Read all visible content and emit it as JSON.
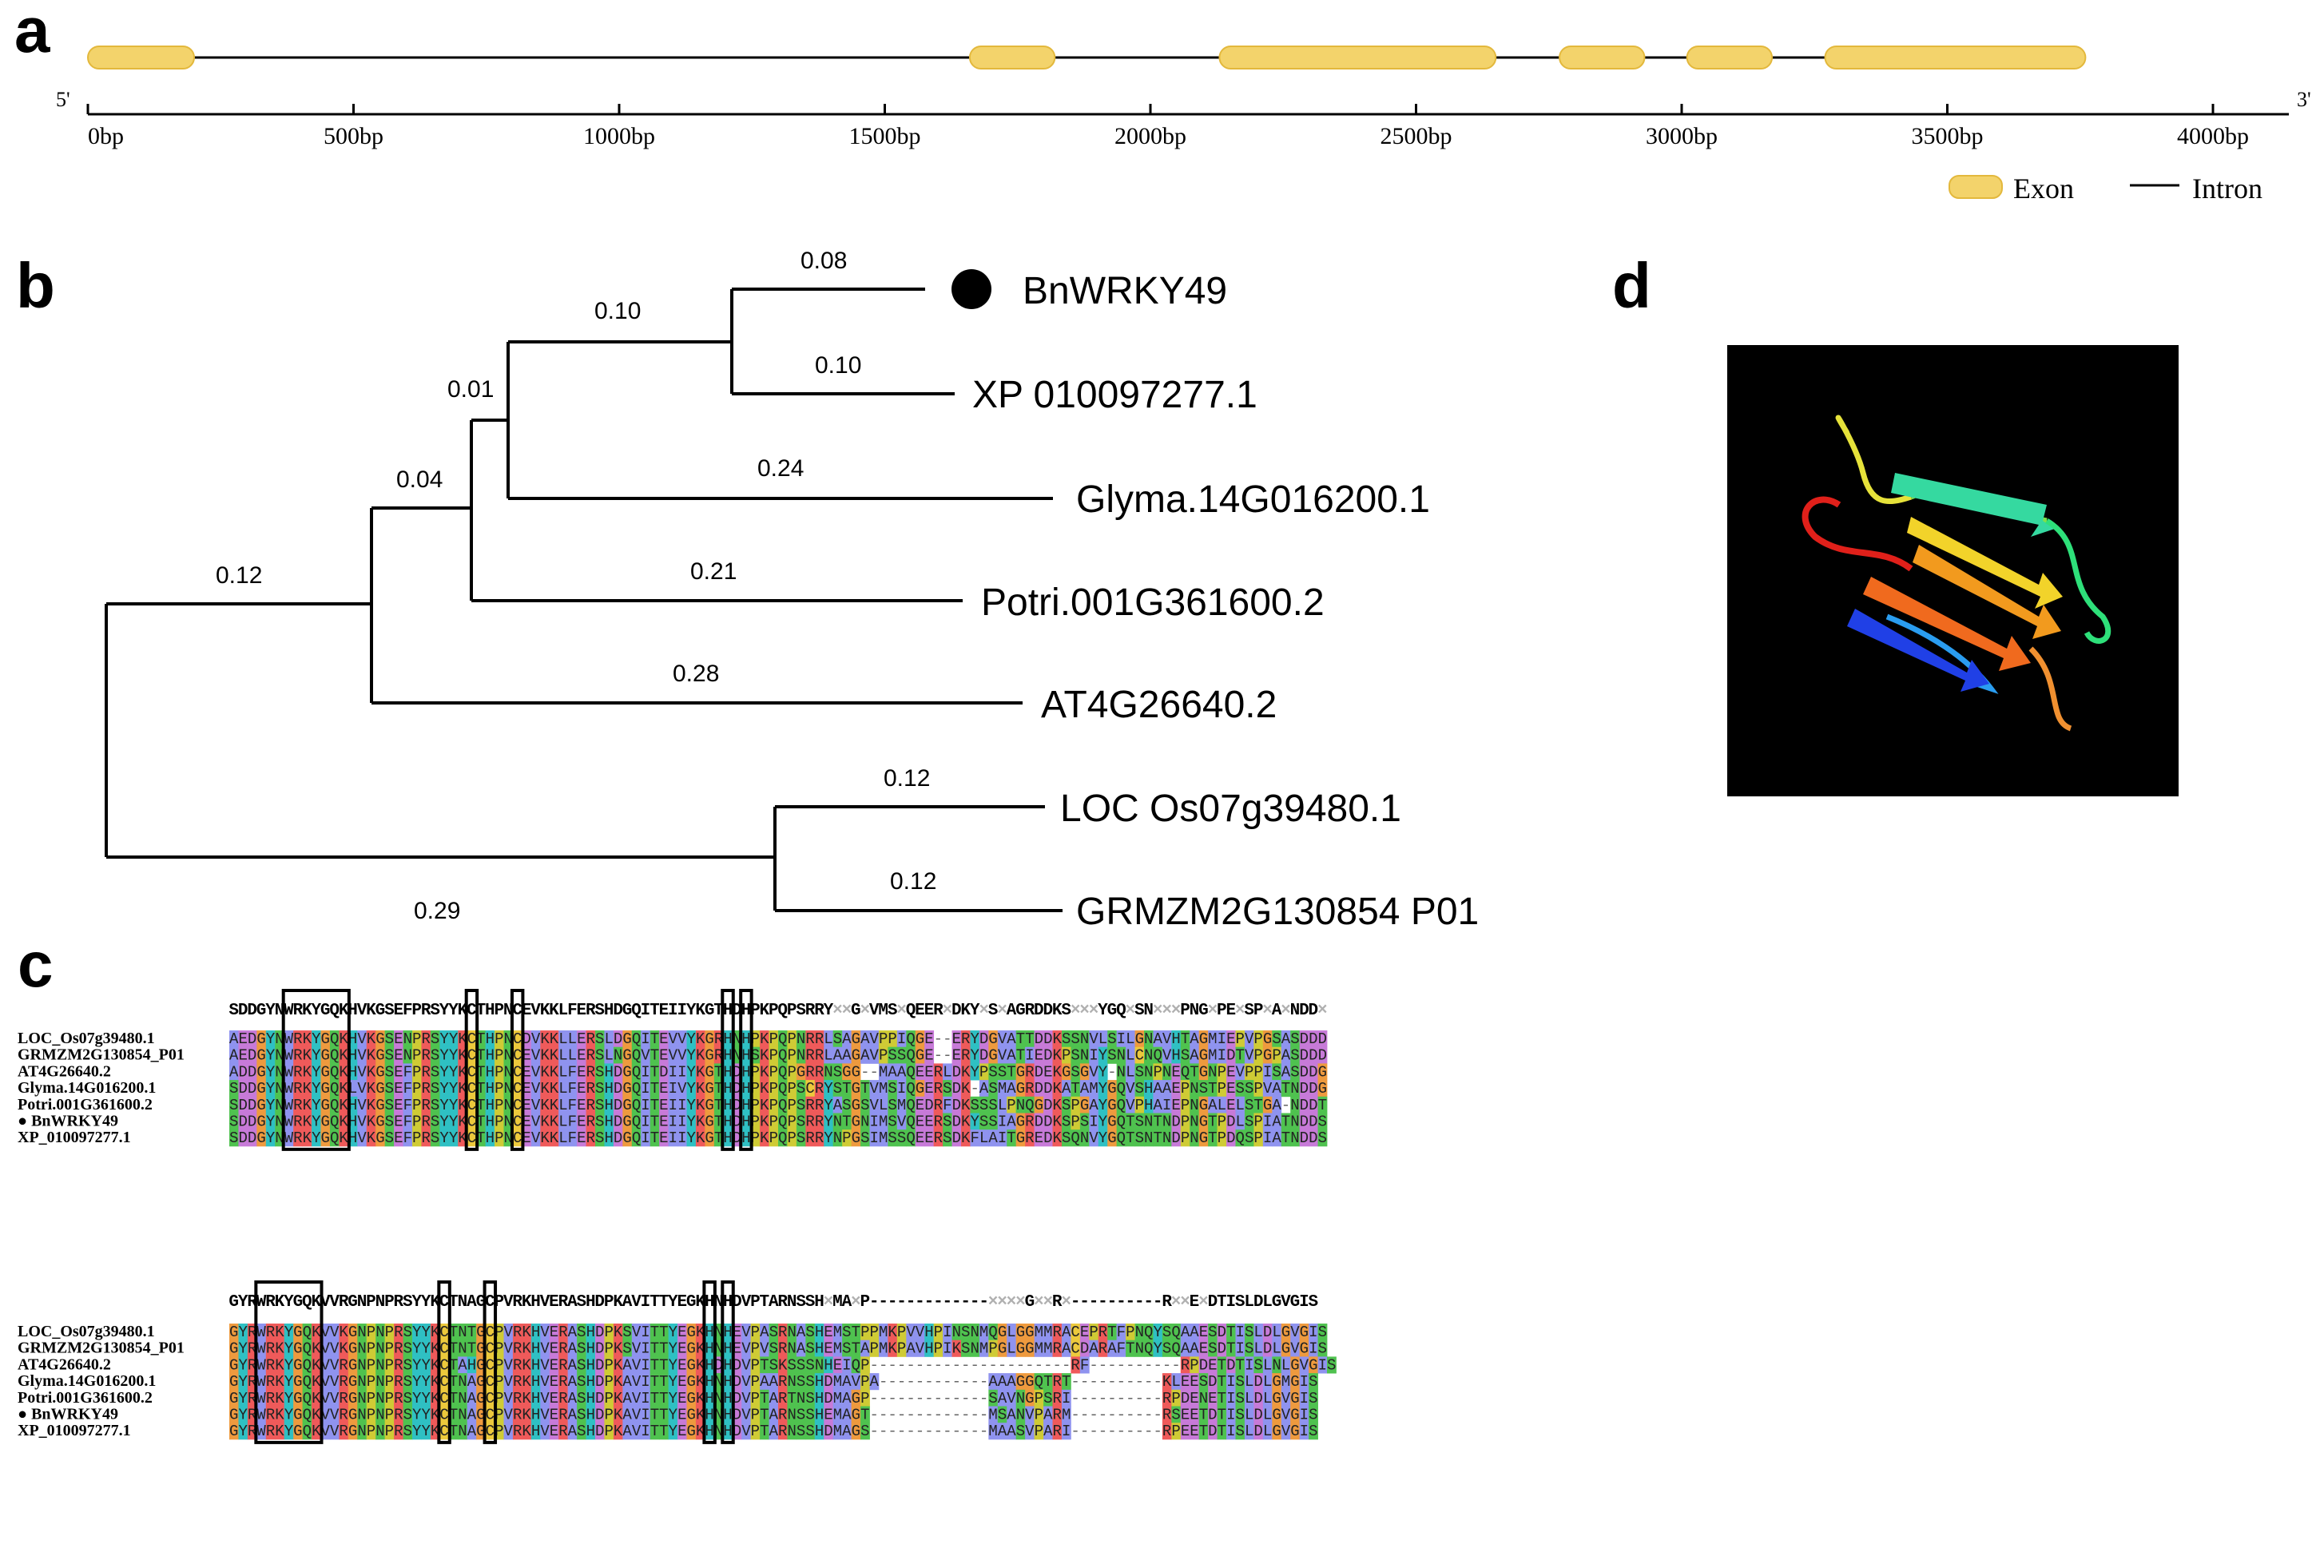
{
  "panels": {
    "a": "a",
    "b": "b",
    "c": "c",
    "d": "d"
  },
  "gene_structure": {
    "five_prime": "5'",
    "three_prime": "3'",
    "ticks": [
      "0bp",
      "500bp",
      "1000bp",
      "1500bp",
      "2000bp",
      "2500bp",
      "3000bp",
      "3500bp",
      "4000bp"
    ],
    "exons_bp": [
      [
        0,
        200
      ],
      [
        1660,
        1820
      ],
      [
        2130,
        2650
      ],
      [
        2770,
        2930
      ],
      [
        3010,
        3170
      ],
      [
        3270,
        3760
      ]
    ],
    "gene_end_bp": 3760,
    "axis_max_bp": 4000,
    "legend": {
      "exon": "Exon",
      "intron": "Intron"
    },
    "colors": {
      "exon": "#f3d36b",
      "exon_edge": "#e3b83c",
      "intron": "#000000"
    }
  },
  "tree": {
    "leaves": [
      {
        "name": "BnWRKY49",
        "marker": "●"
      },
      {
        "name": "XP 010097277.1"
      },
      {
        "name": "Glyma.14G016200.1"
      },
      {
        "name": "Potri.001G361600.2"
      },
      {
        "name": "AT4G26640.2"
      },
      {
        "name": "LOC Os07g39480.1"
      },
      {
        "name": "GRMZM2G130854 P01"
      }
    ],
    "branch_lengths": [
      "0.08",
      "0.10",
      "0.10",
      "0.24",
      "0.01",
      "0.21",
      "0.04",
      "0.28",
      "0.12",
      "0.12",
      "0.12",
      "0.29"
    ]
  },
  "alignment": {
    "block1": {
      "consensus": "SDDGYNWRKYGQKHVKGSEFPRSYYKCTHPNCEVKKLFERSHDGQITEIIYKGTHDHPKPQPSRRY××G×VMS×QEER×DKY×S×AGRDDKS×××YGQ×SN×××PNG×PE×SP×A×NDD×",
      "sequences": [
        {
          "name": "LOC_Os07g39480.1",
          "seq": "AEDGYNWRKYGQKHVKGSENPRSYYKCTHPNCDVKKLLERSLDGQITEVVYKGRHNHPKPQPNRRLSAGAVPPIQGE--ERYDGVATTDDKSSNVLSILGNAVHTAGMIEPVPGSASDDD"
        },
        {
          "name": "GRMZM2G130854_P01",
          "seq": "AEDGYNWRKYGQKHVKGSENPRSYYKCTHPNCEVKKLLERSLNGQVTEVVYKGRHNHSKPQPNRRLAAGAVPSSQGE--ERYDGVATIEDKPSNIYSNLCNQVHSAGMIDTVPGPASDDD"
        },
        {
          "name": "AT4G26640.2",
          "seq": "ADDGYNWRKYGQKHVKGSEFPRSYYKCTHPNCEVKKLFERSHDGQITDIIYKGTHDHPKPQPGRRNSGG--MAAQEERLDKYPSSTGRDEKGSGVY-NLSNPNEQTGNPEVPPISASDDG"
        },
        {
          "name": "Glyma.14G016200.1",
          "seq": "SDDGYNWRKYGQKLVKGSEFPRSYYKCTHPNCEVKKLFERSHDGQITEIVYKGTHDHPKPQPSCRYSTGTVMSIQGERSDK-ASMAGRDDKATAMYGQVSHAAEPNSTPESSPVATNDDG"
        },
        {
          "name": "Potri.001G361600.2",
          "seq": "SDDGYNWRKYGQKHVKGSEFPRSYYKCTHPNCEVKKLFERSHDGQITEIIYKGTHDHPKPQPSRRYASGSVLSMQEDRFDKSSSLPNQGDKSPGAYGQVPHAIEPNGALELSTGA-NDDT"
        },
        {
          "name": "BnWRKY49",
          "marker": "●",
          "seq": "SDDGYNWRKYGQKHVKGSEFPRSYYKCTHPNCEVKKLFERSHDGQITEIIYKGTHDHPKPQPSRRYNTGNIMSVQEERSDKYSSIAGRDDKSPSIYGQTSNTNDPNGTPDLSPIATNDDS"
        },
        {
          "name": "XP_010097277.1",
          "seq": "SDDGYNWRKYGQKHVKGSEFPRSYYKCTHPNCEVKKLFERSHDGQITEIIYKGTHDHPKPQPSRRYNPGSIMSSQEERSDKFLAITGREDKSQNVYGQTSNTNDPNGTPDQSPIATNDDS"
        }
      ]
    },
    "block2": {
      "consensus": "GYRWRKYGQKVVRGNPNPRSYYKCTNAGCPVRKHVERASHDPKAVITTYEGKHNHDVPTARNSSH×MA×P-------------××××G××R×----------R××E×DTISLDLGVGIS",
      "sequences": [
        {
          "name": "LOC_Os07g39480.1",
          "seq": "GYRWRKYGQKVVKGNPNPRSYYKCTNTGCPVRKHVERASHDPKSVITTYEGKHNHEVPASRNASHEMSTPPMKPVVHPINSNMQGLGGMMRACEPRTFPNQYSQAAESDTISLDLGVGIS"
        },
        {
          "name": "GRMZM2G130854_P01",
          "seq": "GYRWRKYGQKVVKGNPNPRSYYKCTNTGCPVRKHVERASHDPKSVITTYEGKHNHEVPVSRNASHEMSTAPMKPAVHPIKSNMPGLGGMMRACDARAFTNQYSQAAESDTISLDLGVGIS"
        },
        {
          "name": "AT4G26640.2",
          "seq": "GYRWRKYGQKVVRGNPNPRSYYKCTAHGCPVRKHVERASHDPKAVITTYEGKHDHDVPTSKSSSNHEIQP----------------------RF----------RPDETDTISLNLGVGIS"
        },
        {
          "name": "Glyma.14G016200.1",
          "seq": "GYRWRKYGQKVVRGNPNPRSYYKCTNAGCPVRKHVERASHDPKAVITTYEGKHNHDVPAARNSSHDMAVPA------------AAAGGQTRT----------KLEESDTISLDLGMGIS"
        },
        {
          "name": "Potri.001G361600.2",
          "seq": "GYRWRKYGQKVVRGNPNPRSYYKCTNAGCPVRKHVERASHDPKAVITTYEGKHNHDVPTARTNSHDMAGP-------------SAVNGPSRI----------RPDENETISLDLGVGIS"
        },
        {
          "name": "BnWRKY49",
          "marker": "●",
          "seq": "GYRWRKYGQKVVRGNPNPRSYYKCTNAGCPVRKHVERASHDPKAVITTYEGKHNHDVPTARNSSHEMAGT-------------MSANVPARM----------RSEETDTISLDLGVGIS"
        },
        {
          "name": "XP_010097277.1",
          "seq": "GYRWRKYGQKVVRGNPNPRSYYKCTNAGCPVRKHVERASHDPKAVITTYEGKHNHDVPTARNSSHDMAGS-------------MAASVPARI----------RPEETDTISLDLGVGIS"
        }
      ]
    },
    "residue_colors": {
      "hydrophobic": "#8f93ef",
      "acidic": "#c77ad8",
      "basic": "#ef5a5a",
      "polar": "#4fc24f",
      "glycine": "#ee9a3e",
      "proline": "#cfcb35",
      "cysteine": "#ecc93c",
      "aromatic": "#2fc0c3",
      "amide": "#4fc24f",
      "light_pink": "#f4a8a8",
      "gap": "#ffffff"
    }
  },
  "structure_panel": {
    "background": "#000000"
  }
}
